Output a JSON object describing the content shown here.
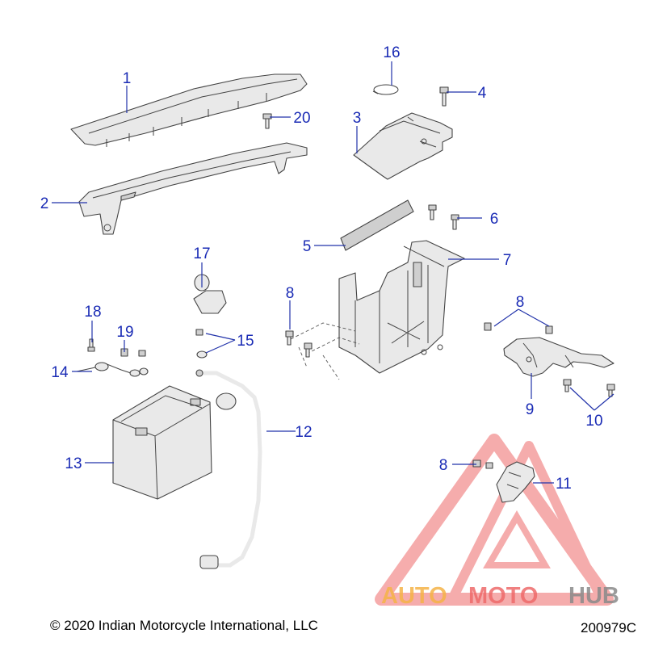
{
  "callouts": {
    "c1": "1",
    "c2": "2",
    "c3": "3",
    "c4": "4",
    "c5": "5",
    "c6": "6",
    "c7": "7",
    "c8a": "8",
    "c8b": "8",
    "c8c": "8",
    "c9": "9",
    "c10": "10",
    "c11": "11",
    "c12": "12",
    "c13": "13",
    "c14": "14",
    "c15": "15",
    "c16": "16",
    "c17": "17",
    "c18": "18",
    "c19": "19",
    "c20": "20"
  },
  "footer": {
    "copyright": "© 2020 Indian Motorcycle International, LLC",
    "drawing_number": "200979C"
  },
  "watermark": {
    "part1": "AUTO",
    "part2": "MOTO",
    "part3": "HUB",
    "color_orange": "#f5b347",
    "color_red": "#ee6a6a",
    "color_gray": "#8a8a8a"
  },
  "colors": {
    "callout": "#1a2bb5"
  }
}
